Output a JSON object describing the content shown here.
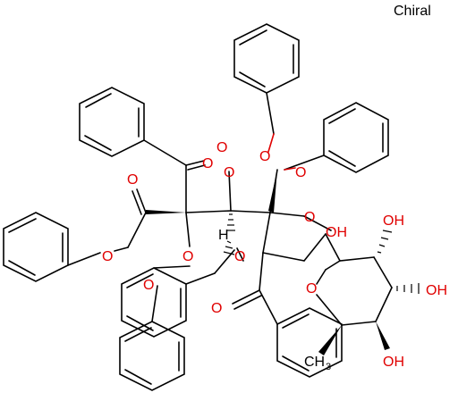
{
  "title_label": "Chiral",
  "atom_labels": {
    "oxygen": "O",
    "hydroxyl": "OH",
    "hydrogen": "H",
    "methyl_c": "CH",
    "methyl_sub": "3"
  },
  "colors": {
    "bond": "#000000",
    "heteroatom_oxygen": "#e00000",
    "background": "#ffffff"
  }
}
